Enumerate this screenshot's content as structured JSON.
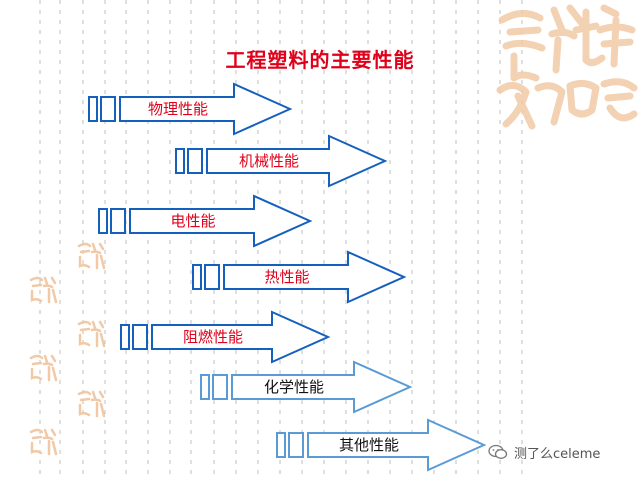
{
  "title": "工程塑料的主要性能",
  "colors": {
    "title": "#e0001a",
    "arrow_stroke": "#1560bd",
    "arrow_stroke_light": "#5a9bd5",
    "label_red": "#e0001a",
    "label_black": "#111111",
    "seal": "#f1c9a6",
    "grid_line": "#bfbfbf"
  },
  "items": [
    {
      "label": "物理性能",
      "color": "red"
    },
    {
      "label": "机械性能",
      "color": "red"
    },
    {
      "label": "电性能",
      "color": "red"
    },
    {
      "label": "热性能",
      "color": "red"
    },
    {
      "label": "阻燃性能",
      "color": "red"
    },
    {
      "label": "化学性能",
      "color": "black"
    },
    {
      "label": "其他性能",
      "color": "black"
    }
  ],
  "watermark": {
    "text": "测了么celeme",
    "icon": "wechat-icon"
  },
  "decor": {
    "seal_icon": "auspicious-seal-icon"
  }
}
